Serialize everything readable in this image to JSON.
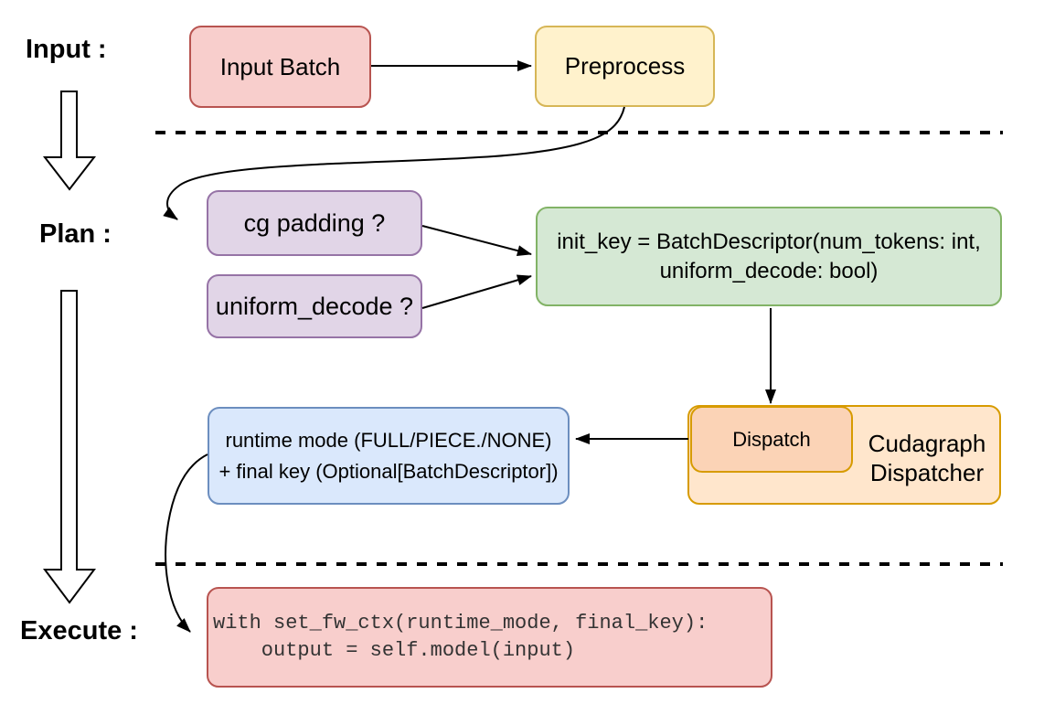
{
  "diagram": {
    "line_color": "#000000",
    "background": "#ffffff",
    "stages": {
      "input": "Input :",
      "plan": "Plan :",
      "execute": "Execute :"
    },
    "nodes": {
      "input_batch": {
        "label": "Input Batch",
        "fill": "#F8CECC",
        "stroke": "#B85450"
      },
      "preprocess": {
        "label": "Preprocess",
        "fill": "#FFF2CC",
        "stroke": "#D6B656"
      },
      "cg_padding": {
        "label": "cg padding ?",
        "fill": "#E1D5E7",
        "stroke": "#9673A6"
      },
      "uniform_decode": {
        "label": "uniform_decode ?",
        "fill": "#E1D5E7",
        "stroke": "#9673A6"
      },
      "init_key": {
        "lines": [
          "init_key = BatchDescriptor(num_tokens: int,",
          "uniform_decode: bool)"
        ],
        "fill": "#D5E8D4",
        "stroke": "#82B366"
      },
      "dispatch": {
        "label": "Dispatch",
        "fill": "#FBD3B6",
        "stroke": "#D79B00"
      },
      "cudagraph_dispatcher": {
        "lines": [
          "Cudagraph",
          "Dispatcher"
        ],
        "fill": "#FFE6CC",
        "stroke": "#D79B00"
      },
      "runtime_mode_final_key": {
        "lines": [
          "runtime mode (FULL/PIECE./NONE)",
          "+ final key (Optional[BatchDescriptor])"
        ],
        "fill": "#DAE8FC",
        "stroke": "#6C8EBF"
      },
      "execute_code": {
        "lines": [
          "with set_fw_ctx(runtime_mode, final_key):",
          "    output = self.model(input)"
        ],
        "fill": "#F8CECC",
        "stroke": "#B85450"
      }
    }
  }
}
